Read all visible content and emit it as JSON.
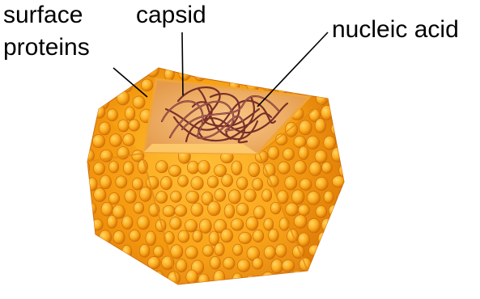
{
  "labels": {
    "surface_line1": "surface",
    "surface_line2": "proteins",
    "capsid": "capsid",
    "nucleic_acid": "nucleic acid"
  },
  "colors": {
    "background": "#ffffff",
    "capsid_light": "#ffb21a",
    "capsid_mid": "#f59a0e",
    "capsid_dark": "#d66f05",
    "interior": "#f6b36b",
    "nucleic_acid": "#7a2f2a",
    "leader_line": "#000000"
  }
}
